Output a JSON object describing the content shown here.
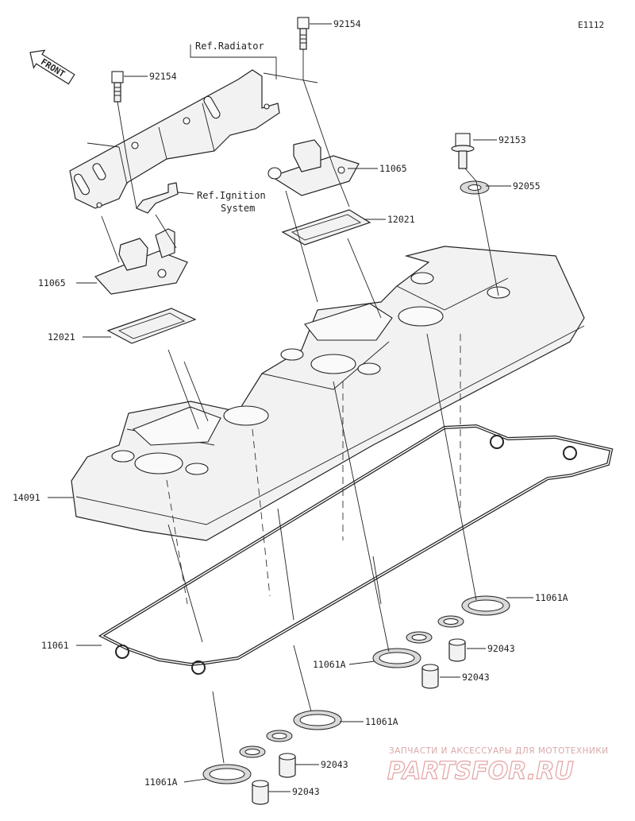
{
  "diagram_code": "E1112",
  "front_label": "FRONT",
  "refs": {
    "radiator": "Ref.Radiator",
    "ignition_line1": "Ref.Ignition",
    "ignition_line2": "System"
  },
  "callouts": [
    {
      "id": "bolt-top-right",
      "number": "92154"
    },
    {
      "id": "bolt-top-left",
      "number": "92154"
    },
    {
      "id": "bolt-right",
      "number": "92153"
    },
    {
      "id": "washer-right",
      "number": "92055"
    },
    {
      "id": "breather-cover-right",
      "number": "11065"
    },
    {
      "id": "breather-plate-right",
      "number": "12021"
    },
    {
      "id": "breather-cover-left",
      "number": "11065"
    },
    {
      "id": "breather-plate-left",
      "number": "12021"
    },
    {
      "id": "cylinder-head-cover",
      "number": "14091"
    },
    {
      "id": "gasket-main",
      "number": "11061"
    },
    {
      "id": "gasket-a-1",
      "number": "11061A"
    },
    {
      "id": "gasket-a-2",
      "number": "11061A"
    },
    {
      "id": "gasket-a-3",
      "number": "11061A"
    },
    {
      "id": "gasket-a-4",
      "number": "11061A"
    },
    {
      "id": "collar-1",
      "number": "92043"
    },
    {
      "id": "collar-2",
      "number": "92043"
    },
    {
      "id": "collar-3",
      "number": "92043"
    },
    {
      "id": "collar-4",
      "number": "92043"
    }
  ],
  "watermark": {
    "tagline": "ЗАПЧАСТИ И АКСЕССУАРЫ ДЛЯ МОТОТЕХНИКИ",
    "brand": "PARTSFOR.RU"
  }
}
